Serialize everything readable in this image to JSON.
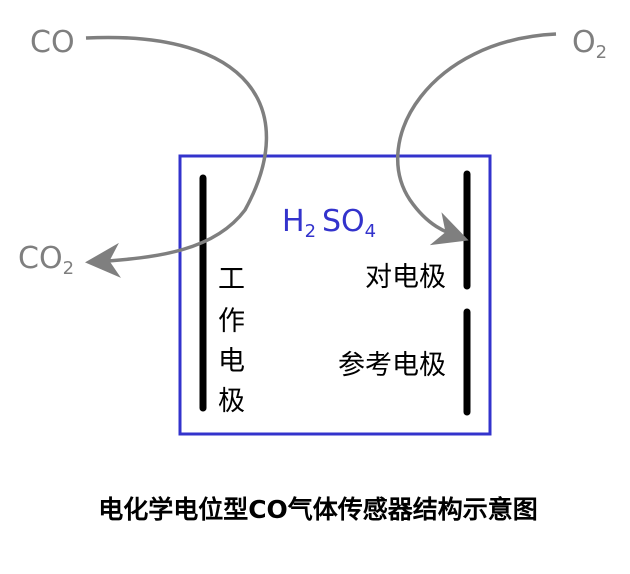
{
  "gases": {
    "co": "CO",
    "o2_base": "O",
    "o2_sub": "2",
    "co2_base": "CO",
    "co2_sub": "2"
  },
  "electrolyte": {
    "h": "H",
    "h_sub": "2",
    "so": "SO",
    "so_sub": "4"
  },
  "electrodes": {
    "working": [
      "工",
      "作",
      "电",
      "极"
    ],
    "counter": "对电极",
    "reference": "参考电极"
  },
  "caption": "电化学电位型CO气体传感器结构示意图",
  "colors": {
    "box": "#3333cc",
    "arrow": "#7f7f7f",
    "electrode": "#000000"
  }
}
